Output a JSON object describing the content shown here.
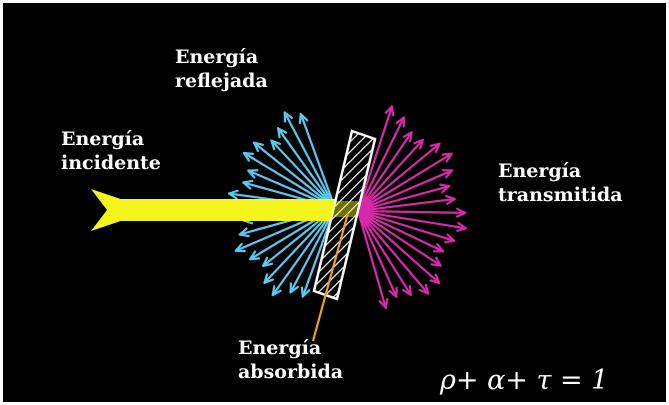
{
  "labels": {
    "reflected": [
      "Energía",
      "reflejada"
    ],
    "incident": [
      "Energía",
      "incidente"
    ],
    "transmitted": [
      "Energía",
      "transmitida"
    ],
    "absorbed": [
      "Energía",
      "absorbida"
    ]
  },
  "equation": "ρ+ α+ τ = 1",
  "colors": {
    "background": "#000000",
    "incident": "#f5f51e",
    "reflected": "#5bc8f0",
    "transmitted": "#d62aa8",
    "absorbed": "#f0a020",
    "material": "#ffffff"
  },
  "icons": {
    "incident_arrow": "thick-yellow-arrow",
    "reflected_rays": "cyan-arrow-fan",
    "transmitted_rays": "magenta-arrow-fan",
    "material": "hatched-slab"
  }
}
